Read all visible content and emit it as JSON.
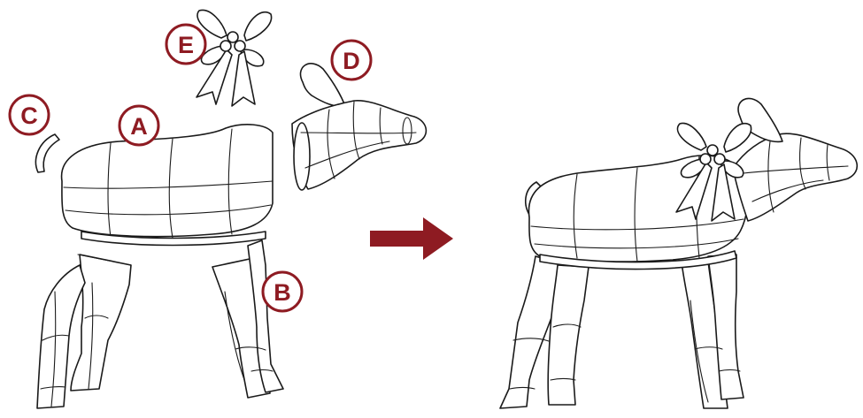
{
  "accent_color": "#8e1b22",
  "line_color": "#1a1a1a",
  "labels": {
    "A": "A",
    "B": "B",
    "C": "C",
    "D": "D",
    "E": "E"
  },
  "arrow": {
    "icon": "right-arrow-icon",
    "color": "#8e1b22"
  }
}
